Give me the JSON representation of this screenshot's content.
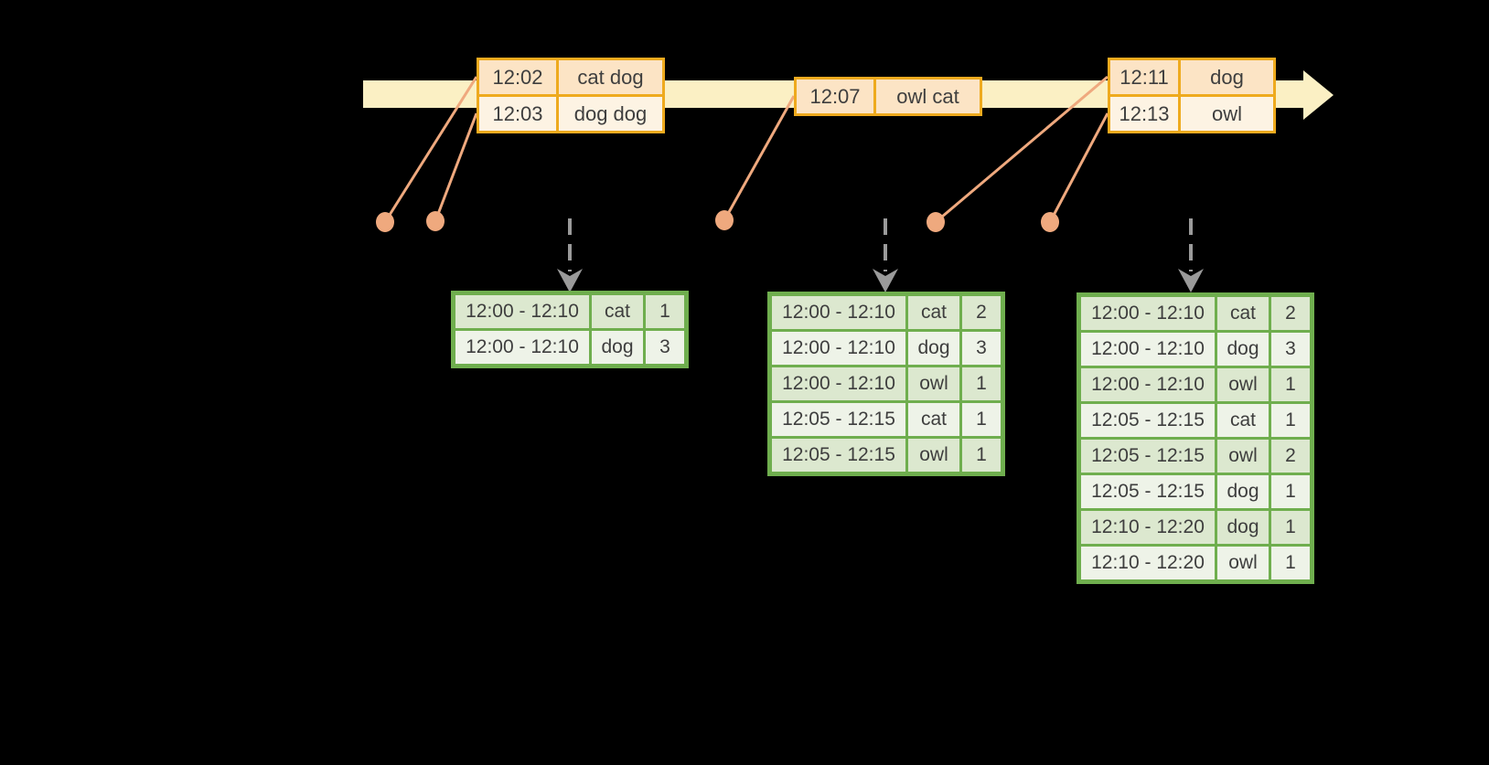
{
  "diagram": {
    "event_tables": [
      {
        "rows": [
          [
            "12:02",
            "cat dog"
          ],
          [
            "12:03",
            "dog dog"
          ]
        ]
      },
      {
        "rows": [
          [
            "12:07",
            "owl cat"
          ]
        ]
      },
      {
        "rows": [
          [
            "12:11",
            "dog"
          ],
          [
            "12:13",
            "owl"
          ]
        ]
      }
    ],
    "result_tables": [
      {
        "rows": [
          [
            "12:00 - 12:10",
            "cat",
            "1"
          ],
          [
            "12:00 - 12:10",
            "dog",
            "3"
          ]
        ]
      },
      {
        "rows": [
          [
            "12:00 - 12:10",
            "cat",
            "2"
          ],
          [
            "12:00 - 12:10",
            "dog",
            "3"
          ],
          [
            "12:00 - 12:10",
            "owl",
            "1"
          ],
          [
            "12:05 - 12:15",
            "cat",
            "1"
          ],
          [
            "12:05 - 12:15",
            "owl",
            "1"
          ]
        ]
      },
      {
        "rows": [
          [
            "12:00 - 12:10",
            "cat",
            "2"
          ],
          [
            "12:00 - 12:10",
            "dog",
            "3"
          ],
          [
            "12:00 - 12:10",
            "owl",
            "1"
          ],
          [
            "12:05 - 12:15",
            "cat",
            "1"
          ],
          [
            "12:05 - 12:15",
            "owl",
            "2"
          ],
          [
            "12:05 - 12:15",
            "dog",
            "1"
          ],
          [
            "12:10 - 12:20",
            "dog",
            "1"
          ],
          [
            "12:10 - 12:20",
            "owl",
            "1"
          ]
        ]
      }
    ],
    "colors": {
      "background": "#000000",
      "timeline_fill": "#fbf0c4",
      "event_table_border": "#eeaa1e",
      "event_row_fill_primary": "#fce4c5",
      "event_row_fill_secondary": "#fdf3e3",
      "connector_salmon": "#efa97e",
      "result_table_border": "#6fae4e",
      "result_row_fill_odd": "#dce8cf",
      "result_row_fill_even": "#eef3e8",
      "trigger_arrow_gray": "#9a9a9a",
      "text": "#3e3e3e"
    }
  }
}
